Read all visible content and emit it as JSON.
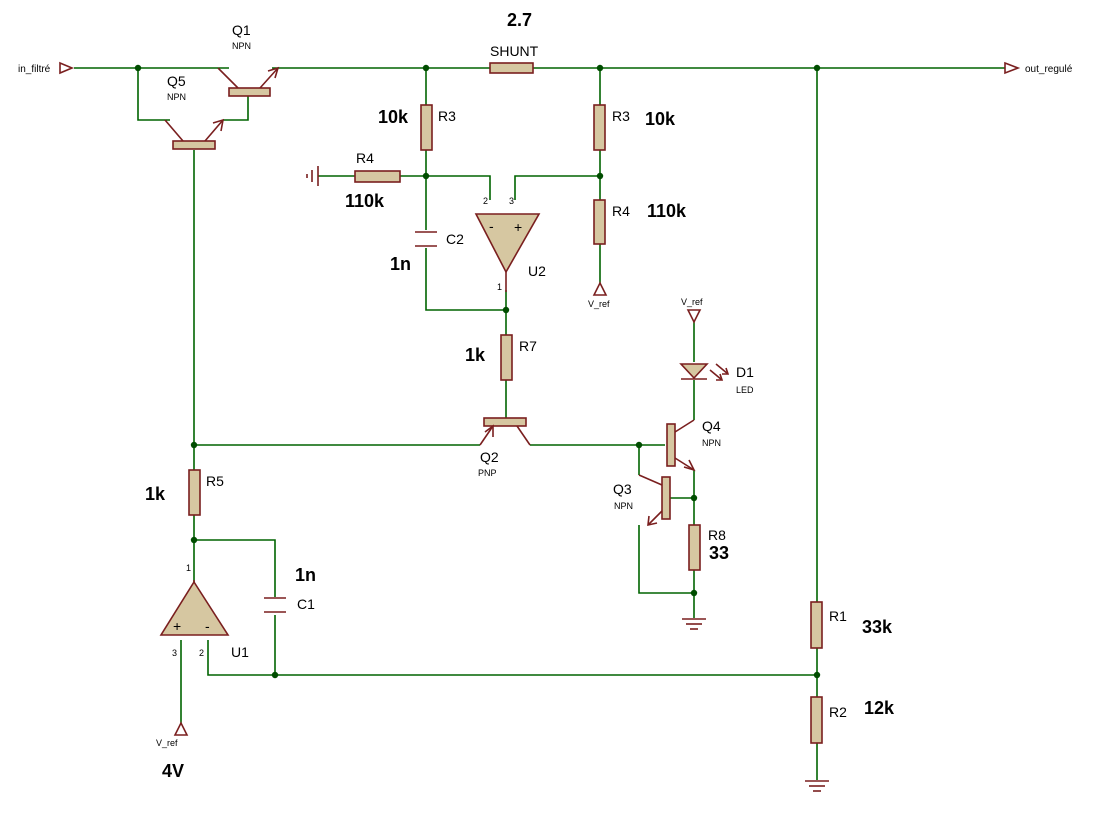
{
  "ports": {
    "input": "in_filtré",
    "output": "out_regulé",
    "vref_a": "V_ref",
    "vref_b": "V_ref",
    "vref_c": "V_ref"
  },
  "components": {
    "q1": {
      "ref": "Q1",
      "type": "NPN"
    },
    "q5": {
      "ref": "Q5",
      "type": "NPN"
    },
    "q2": {
      "ref": "Q2",
      "type": "PNP"
    },
    "q3": {
      "ref": "Q3",
      "type": "NPN"
    },
    "q4": {
      "ref": "Q4",
      "type": "NPN"
    },
    "shunt": {
      "ref": "SHUNT",
      "value": "2.7"
    },
    "r3a": {
      "ref": "R3",
      "value": "10k"
    },
    "r3b": {
      "ref": "R3",
      "value": "10k"
    },
    "r4a": {
      "ref": "R4",
      "value": "110k"
    },
    "r4b": {
      "ref": "R4",
      "value": "110k"
    },
    "c2": {
      "ref": "C2",
      "value": "1n"
    },
    "u2": {
      "ref": "U2",
      "pin_inv": "2",
      "pin_noninv": "3",
      "pin_out": "1"
    },
    "r7": {
      "ref": "R7",
      "value": "1k"
    },
    "d1": {
      "ref": "D1",
      "type": "LED"
    },
    "r8": {
      "ref": "R8",
      "value": "33"
    },
    "r5": {
      "ref": "R5",
      "value": "1k"
    },
    "c1": {
      "ref": "C1",
      "value": "1n"
    },
    "u1": {
      "ref": "U1",
      "pin_noninv": "3",
      "pin_inv": "2",
      "pin_out": "1",
      "vref_value": "4V"
    },
    "r1": {
      "ref": "R1",
      "value": "33k"
    },
    "r2": {
      "ref": "R2",
      "value": "12k"
    }
  },
  "op_signs": {
    "minus": "-",
    "plus": "+"
  }
}
